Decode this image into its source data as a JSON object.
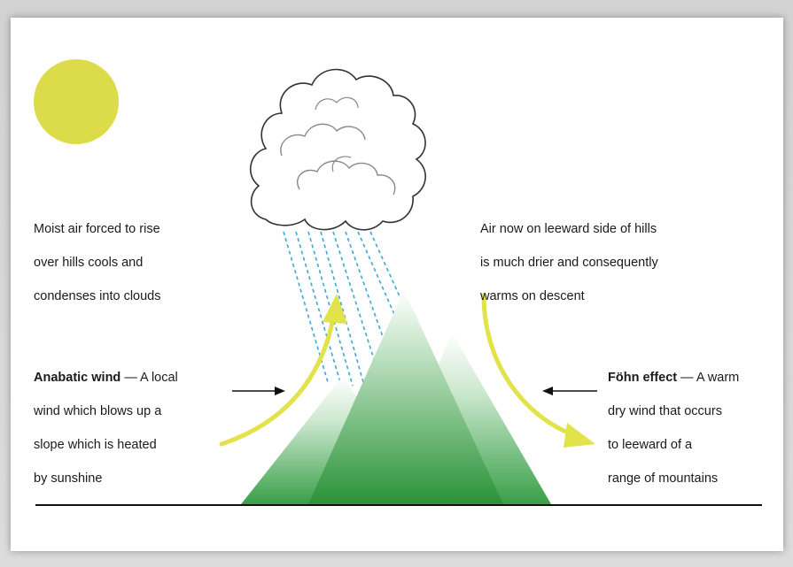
{
  "left_caption": {
    "lines": [
      "Moist air forced to rise",
      "over hills cools and",
      "condenses into clouds"
    ]
  },
  "right_caption": {
    "lines": [
      "Air now on leeward side of hills",
      "is much drier and consequently",
      "warms on descent"
    ]
  },
  "anabatic": {
    "term": "Anabatic wind",
    "rest_first": " — A local",
    "lines": [
      "wind which blows up a",
      "slope which is heated",
      "by sunshine"
    ]
  },
  "fohn": {
    "term": "Föhn effect",
    "rest_first": " — A warm",
    "lines": [
      "dry wind that occurs",
      "to leeward of a",
      "range of mountains"
    ]
  },
  "colors": {
    "sun": "#dcdc4a",
    "wind_arrow": "#e2e24a",
    "rain": "#3aa8d8",
    "mountain_dark": "#2e9a3e",
    "mountain_light": "#ffffff",
    "ground": "#111111"
  }
}
